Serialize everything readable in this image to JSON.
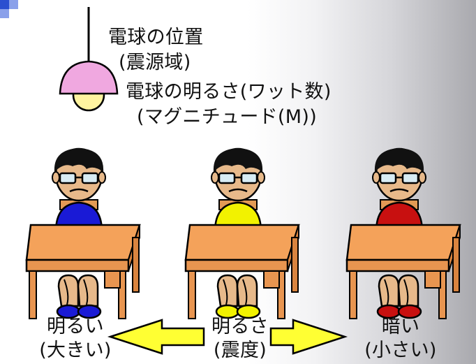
{
  "labels": {
    "bulb_position": "電球の位置",
    "bulb_position_sub": "(震源域)",
    "bulb_brightness": "電球の明るさ(ワット数)",
    "bulb_brightness_sub": "(マグニチュード(M))",
    "bright": "明るい",
    "bright_sub": "(大きい)",
    "brightness": "明るさ",
    "brightness_sub": "(震度)",
    "dark": "暗い",
    "dark_sub": "(小さい)"
  },
  "colors": {
    "accent_blue": "#2b4fd0",
    "lampshade": "#f0a8e0",
    "bulb": "#fff4a0",
    "desk": "#f4a25a",
    "skin": "#e7b98a",
    "hair": "#111111",
    "arrow": "#ffff33",
    "shirt_left": "#1a1ad6",
    "shirt_center": "#f2f200",
    "shirt_right": "#c81010"
  },
  "people": [
    {
      "id": "near",
      "shirt_color": "#1a1ad6",
      "icon": "student-at-desk-icon"
    },
    {
      "id": "middle",
      "shirt_color": "#f2f200",
      "icon": "student-at-desk-icon"
    },
    {
      "id": "far",
      "shirt_color": "#c81010",
      "icon": "student-at-desk-icon"
    }
  ]
}
